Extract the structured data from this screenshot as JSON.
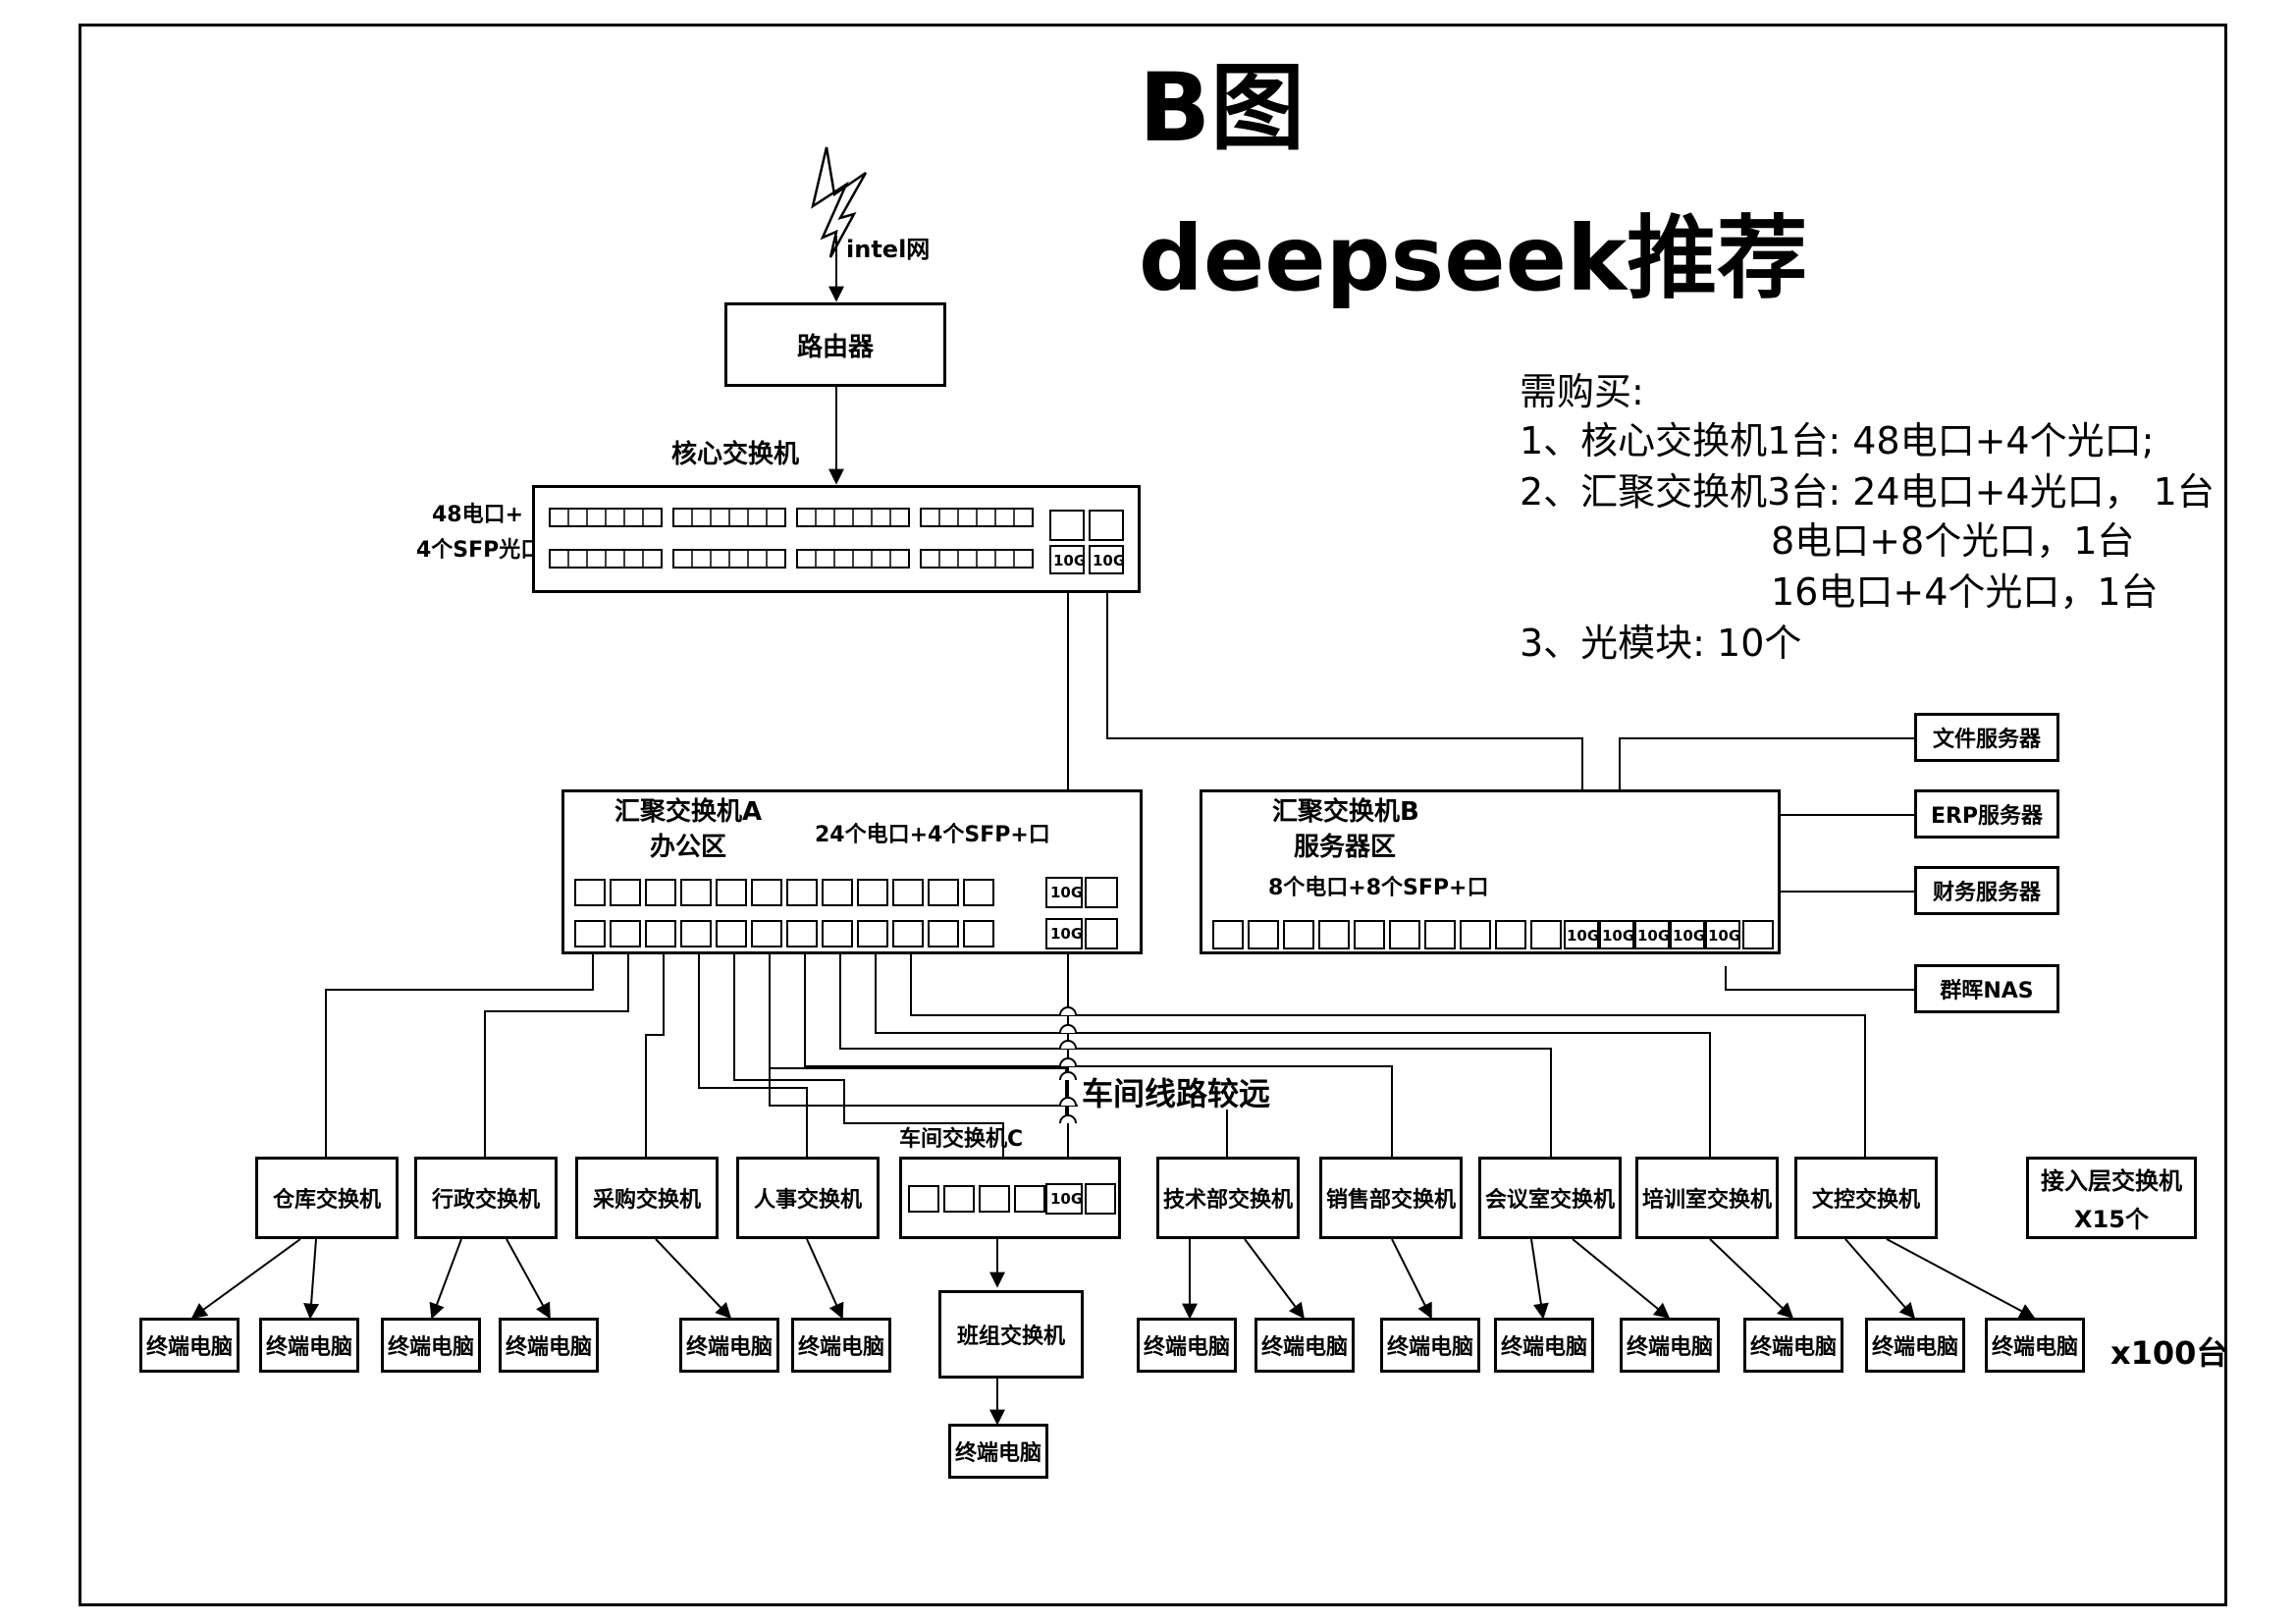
{
  "title": {
    "line1": "B图",
    "line2": "deepseek推荐"
  },
  "internet_label": "intel网",
  "router": "路由器",
  "core": {
    "name": "核心交换机",
    "spec_line1": "48电口+",
    "spec_line2": "4个SFP光口",
    "port10g": "10G"
  },
  "agg_a": {
    "name": "汇聚交换机A",
    "area": "办公区",
    "spec": "24个电口+4个SFP+口",
    "port10g": "10G"
  },
  "agg_b": {
    "name": "汇聚交换机B",
    "area": "服务器区",
    "spec": "8个电口+8个SFP+口",
    "port10g": "10G"
  },
  "servers": [
    "文件服务器",
    "ERP服务器",
    "财务服务器",
    "群晖NAS"
  ],
  "purchase": {
    "heading": "需购买:",
    "line1": "1、核心交换机1台: 48电口+4个光口;",
    "line2": "2、汇聚交换机3台: 24电口+4光口，  1台",
    "line3": "8电口+8个光口，1台",
    "line4": "16电口+4个光口，1台",
    "line5": "3、光模块: 10个"
  },
  "workshop_note": "车间线路较远",
  "workshop_switch": {
    "name": "车间交换机C",
    "port10g": "10G"
  },
  "team_switch": "班组交换机",
  "access_switches": [
    "仓库交换机",
    "行政交换机",
    "采购交换机",
    "人事交换机",
    "技术部交换机",
    "销售部交换机",
    "会议室交换机",
    "培训室交换机",
    "文控交换机"
  ],
  "access_summary": {
    "line1": "接入层交换机",
    "line2": "X15个"
  },
  "terminal": "终端电脑",
  "terminal_count": "x100台"
}
